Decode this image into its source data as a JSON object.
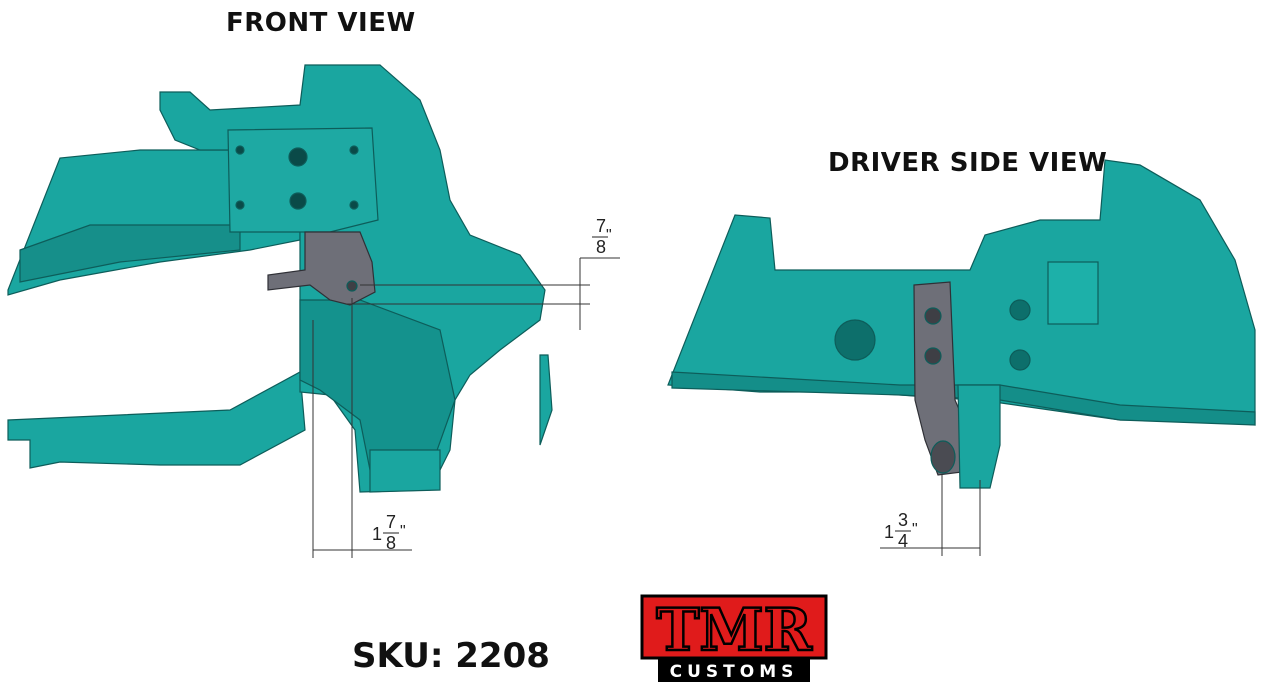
{
  "titles": {
    "front": "FRONT VIEW",
    "side": "DRIVER SIDE VIEW"
  },
  "dimensions": {
    "front_vertical": {
      "num": "7",
      "den": "8",
      "unit": "\""
    },
    "front_horizontal": {
      "whole": "1",
      "num": "7",
      "den": "8",
      "unit": "\""
    },
    "side_horizontal": {
      "whole": "1",
      "num": "3",
      "den": "4",
      "unit": "\""
    }
  },
  "sku": "SKU: 2208",
  "logo": {
    "top": "TMR",
    "bottom": "CUSTOMS"
  },
  "colors": {
    "frame": "#1aa6a0",
    "frame_dark": "#0d6f6b",
    "bracket": "#6e6f78",
    "logo_red": "#e01b1b"
  }
}
